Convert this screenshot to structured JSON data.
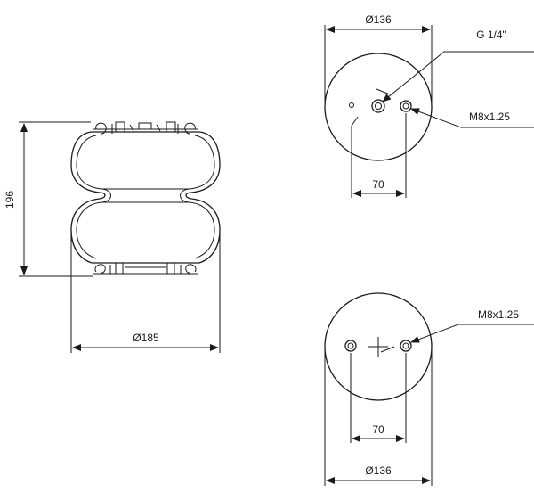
{
  "side_view": {
    "height_label": "196",
    "diameter_label": "Ø185"
  },
  "top_plate": {
    "diameter_label": "Ø136",
    "spacing_label": "70",
    "air_fitting_label": "G 1/4\"",
    "stud_label": "M8x1.25"
  },
  "bottom_plate": {
    "diameter_label": "Ø136",
    "spacing_label": "70",
    "stud_label": "M8x1.25"
  }
}
